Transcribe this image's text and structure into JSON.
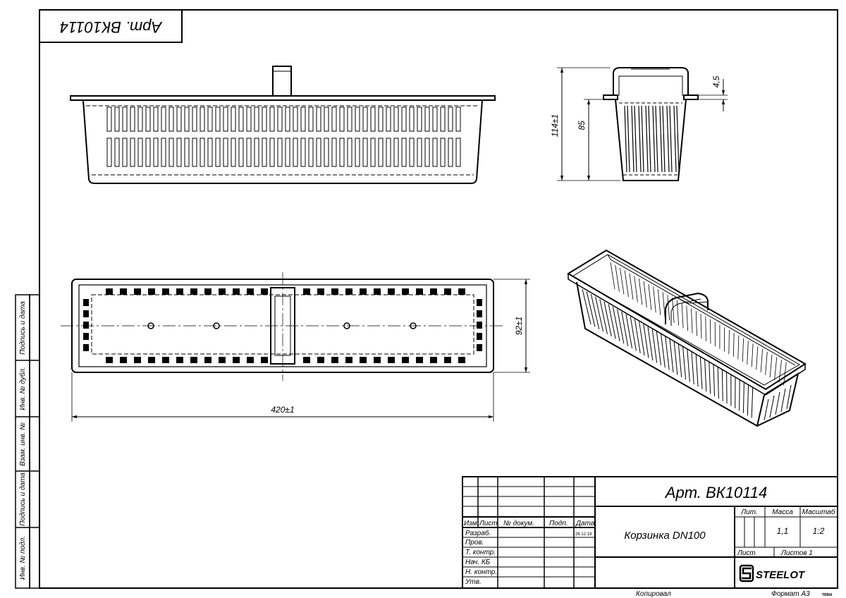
{
  "stamp": {
    "article_mirrored": "Арт. ВК10114",
    "article": "Арт. ВК10114",
    "name": "Корзинка DN100",
    "lit_label": "Лит.",
    "mass_label": "Масса",
    "scale_label": "Масштаб",
    "mass": "1,1",
    "scale": "1:2",
    "sheet_label": "Лист",
    "sheets_label": "Листов 1",
    "brand": "STEELOT",
    "copied": "Копировал",
    "format": "Формат А3",
    "mark": "ТВМА",
    "date": "26.12.19",
    "col_headers": [
      "Изм.",
      "Лист",
      "№ докум.",
      "Подп.",
      "Дата"
    ],
    "rows": [
      "Разраб.",
      "Пров.",
      "Т. контр.",
      "Нач. КБ",
      "Н. контр.",
      "Утв."
    ]
  },
  "side_strip": [
    "Подпись и дата",
    "Инв. № дубл.",
    "Взам. инв. №",
    "Подпись и дата",
    "Инв. № подл."
  ],
  "dimensions": {
    "height": "114±1",
    "inner": "85",
    "rim": "4,5",
    "width": "92±1",
    "length": "420±1"
  }
}
